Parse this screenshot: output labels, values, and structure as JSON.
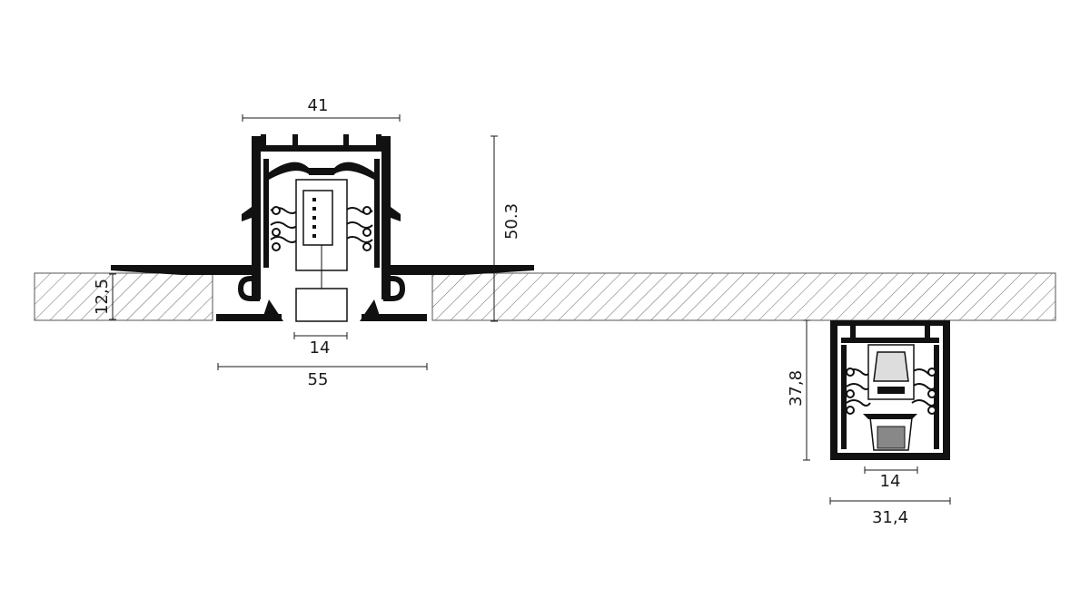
{
  "drawing": {
    "recessed_profile": {
      "dim_top_width": "41",
      "dim_height": "50.3",
      "dim_slot_width": "14",
      "dim_total_width": "55",
      "dim_ceiling_thickness": "12,5"
    },
    "surface_profile": {
      "dim_height": "37,8",
      "dim_slot_width": "14",
      "dim_total_width": "31,4"
    }
  }
}
